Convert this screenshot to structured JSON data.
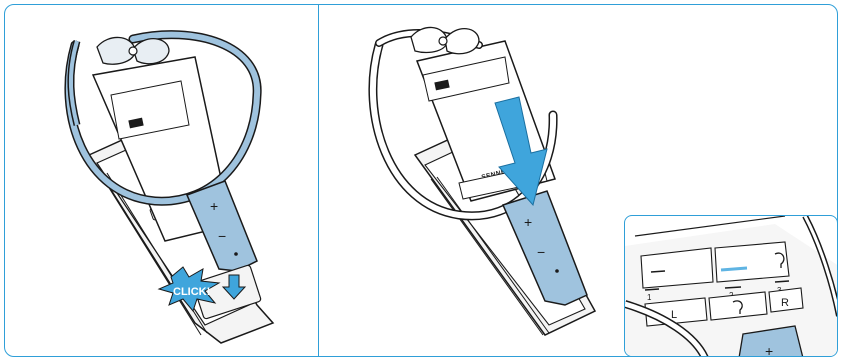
{
  "click_label": "CLICK!",
  "brand_text": "SENNHEISER",
  "button_labels": {
    "left": "L",
    "right": "R",
    "plus": "+",
    "minus": "−"
  },
  "inset_level_labels": [
    "1",
    "2",
    "3"
  ],
  "colors": {
    "frame_border": "#2f9fd8",
    "accent_blue": "#3fa5dc",
    "headband_blue": "#9fc3de",
    "outline": "#1a1a1a"
  },
  "icons": [
    "hearing-icon",
    "sennheiser-logo",
    "click-burst-icon",
    "insertion-arrow-icon"
  ]
}
